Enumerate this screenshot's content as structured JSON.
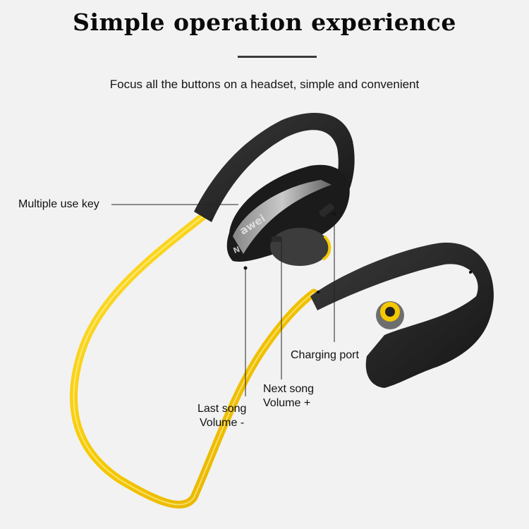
{
  "header": {
    "title": "Simple operation experience",
    "subtitle": "Focus all the buttons on a headset, simple and convenient"
  },
  "callouts": {
    "multiple_use_key": "Multiple use key",
    "charging_port": "Charging port",
    "next_song_line1": "Next song",
    "next_song_line2": "Volume +",
    "last_song_line1": "Last song",
    "last_song_line2": "Volume -"
  },
  "product": {
    "brand_logo": "awei",
    "nfc_mark": "N"
  },
  "colors": {
    "background": "#f2f2f2",
    "cable_yellow": "#f5c800",
    "body_black": "#1c1c1c",
    "text": "#111111"
  }
}
